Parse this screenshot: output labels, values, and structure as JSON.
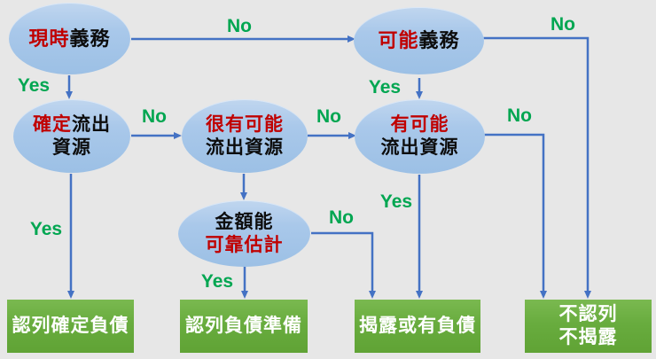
{
  "diagram": {
    "kind": "flowchart",
    "topic": "liability recognition decision tree"
  },
  "colors": {
    "background": "#e7e7e7",
    "ellipse_fill": "#a9c8ea",
    "outcome_box_fill": "#68ac3e",
    "arrow": "#4472c4",
    "edge_label_green": "#00a651",
    "emphasis_red": "#c00000",
    "node_text_black": "#0d0d0d",
    "outcome_text_white": "#ffffff"
  },
  "nodes": {
    "present_obligation": {
      "red": "現時",
      "black": "義務"
    },
    "possible_obligation": {
      "red": "可能",
      "black": "義務"
    },
    "certain_outflow": {
      "line1_red": "確定",
      "line1_black": "流出",
      "line2_black": "資源"
    },
    "probable_outflow": {
      "line1_red": "很有可能",
      "line2_black": "流出資源"
    },
    "possible_outflow": {
      "line1_red": "有可能",
      "line2_black": "流出資源"
    },
    "reliable_estimate": {
      "line1_black": "金額能",
      "line2_red": "可靠估計"
    }
  },
  "outcomes": {
    "recognize_certain": "認列確定負債",
    "recognize_provision": "認列負債準備",
    "disclose_contingent": "揭露或有負債",
    "neither_line1": "不認列",
    "neither_line2": "不揭露"
  },
  "edge_labels": {
    "present_to_possible": "No",
    "possible_to_neither": "No",
    "present_to_certain": "Yes",
    "certain_to_probable": "No",
    "probable_to_possible_outflow": "No",
    "possible_to_possible_outflow": "Yes",
    "possible_outflow_to_neither": "No",
    "certain_to_recognize": "Yes",
    "estimate_to_provision": "Yes",
    "estimate_to_disclose": "No",
    "possible_outflow_to_disclose": "Yes"
  }
}
